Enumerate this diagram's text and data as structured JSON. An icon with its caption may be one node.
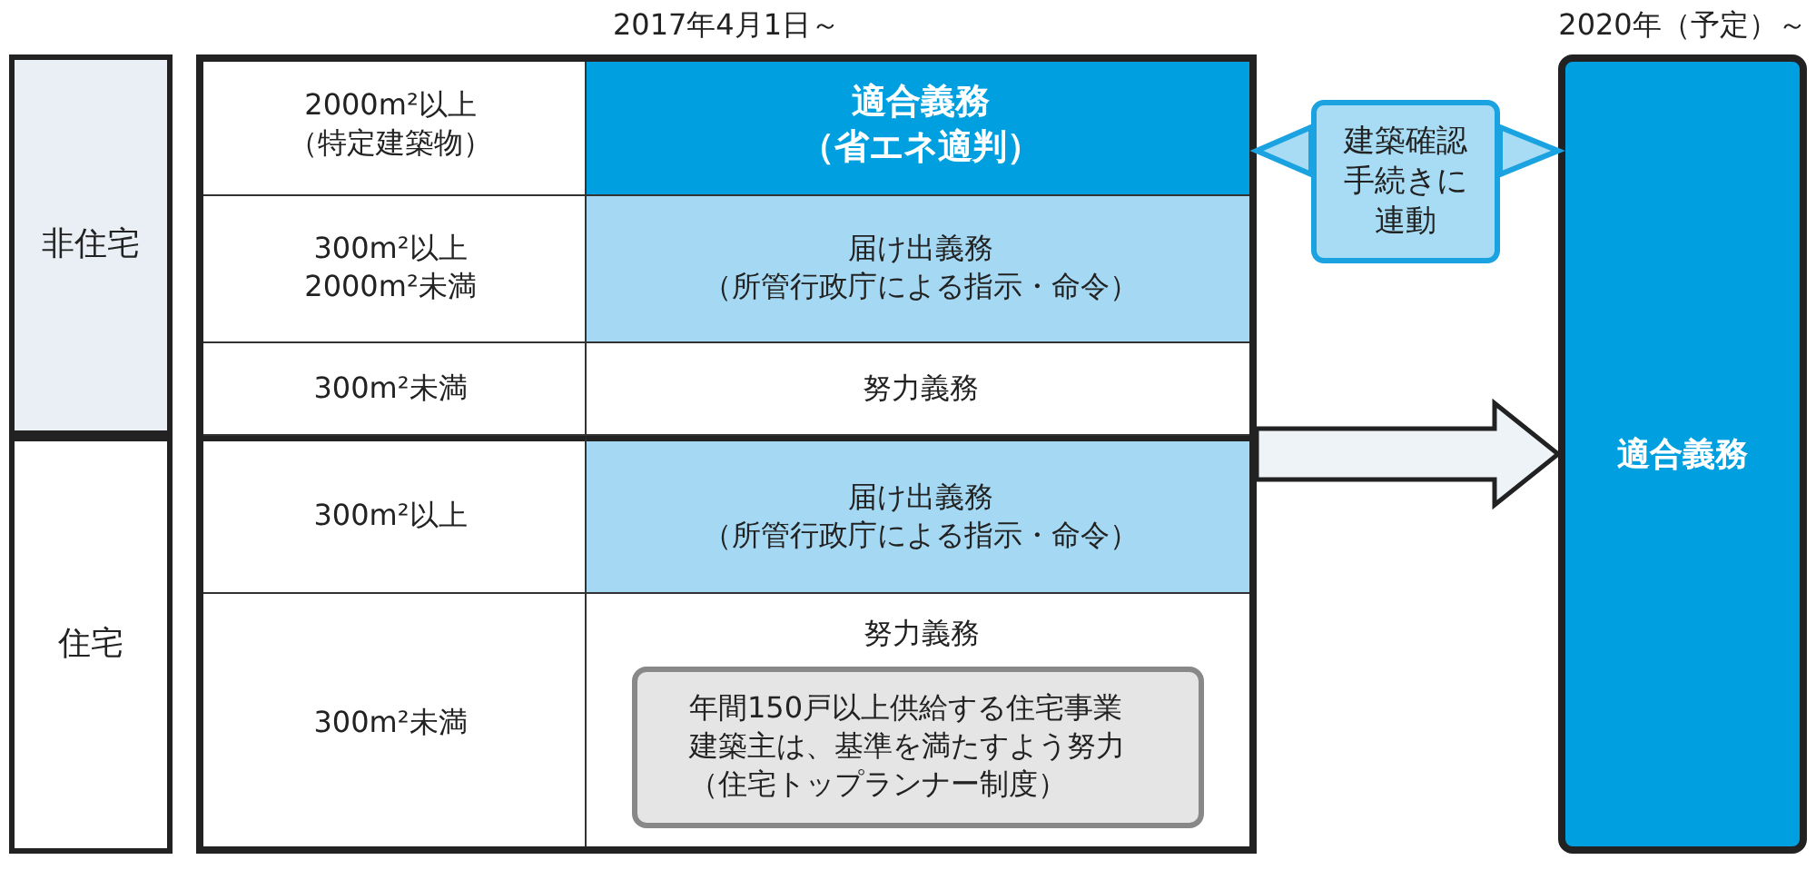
{
  "diagram": {
    "nodes": [
      {
        "text": [
          "非住宅"
        ]
      },
      {
        "text": [
          "住宅"
        ]
      },
      {
        "text": [
          "2017年4月1日～"
        ]
      },
      {
        "text": [
          "2000m²以上",
          "（特定建築物）"
        ],
        "in": 2
      },
      {
        "text": [
          "適合義務",
          "（省エネ適判）"
        ],
        "in": 2
      },
      {
        "text": [
          "300m²以上2000m²未満"
        ],
        "in": 2
      },
      {
        "text": [
          "届け出義務",
          "（所管行政庁による指示・命令）"
        ],
        "in": 2
      },
      {
        "text": [
          "300m²未満"
        ],
        "in": 2
      },
      {
        "text": [
          "努力義務"
        ],
        "in": 2
      },
      {
        "text": [
          "300m²以上"
        ],
        "in": 2
      },
      {
        "text": [
          "届け出義務",
          "（所管行政庁による指示・命令）"
        ],
        "in": 2
      },
      {
        "text": [
          "300m²未満"
        ],
        "in": 2
      },
      {
        "text": [
          "努力義務"
        ],
        "in": 2
      },
      {
        "text": [
          "年間150戸以上供給する住宅事業建築主は、基準を満たすよう努力",
          "（住宅トップランナー制度）"
        ],
        "in": 12
      },
      {
        "text": [
          "建築確認手続きに連動"
        ]
      },
      {
        "text": [
          "2020年（予定）～",
          "適合義務"
        ]
      }
    ],
    "edges": [
      {
        "from": 2,
        "to": 15,
        "arrow": "to",
        "style": "thick"
      },
      {
        "from": 14,
        "to": 4,
        "arrow": "to",
        "color": "#1aa3e0"
      },
      {
        "from": 14,
        "to": 15,
        "arrow": "to",
        "color": "#1aa3e0"
      }
    ]
  }
}
